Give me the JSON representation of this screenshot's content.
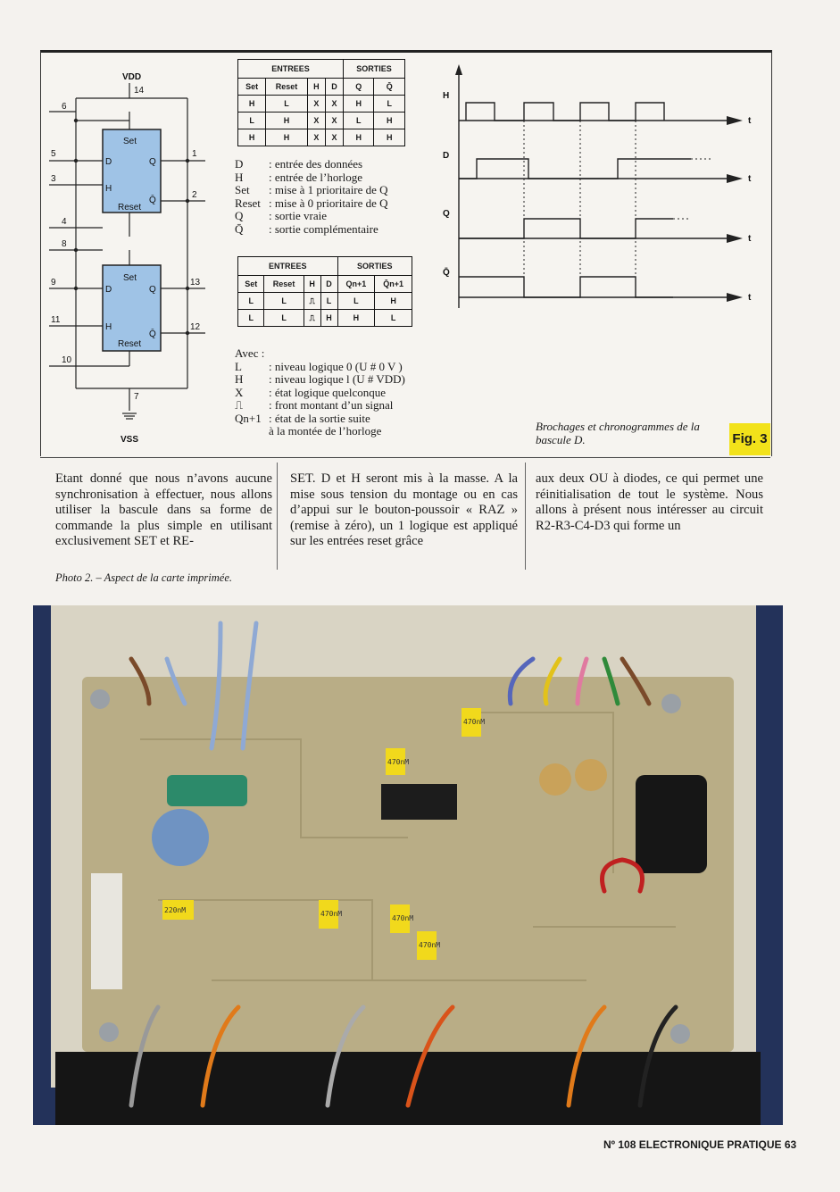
{
  "circuit": {
    "vdd": "VDD",
    "vss": "VSS",
    "set": "Set",
    "reset": "Reset",
    "d": "D",
    "h": "H",
    "q": "Q",
    "qbar": "Q̄",
    "pins_top": [
      "14",
      "6",
      "5",
      "1",
      "3",
      "2",
      "4"
    ],
    "pins_bottom": [
      "8",
      "9",
      "13",
      "11",
      "12",
      "10",
      "7"
    ]
  },
  "table1": {
    "group_in": "ENTREES",
    "group_out": "SORTIES",
    "headers": [
      "Set",
      "Reset",
      "H",
      "D",
      "Q",
      "Q̄"
    ],
    "rows": [
      [
        "H",
        "L",
        "X",
        "X",
        "H",
        "L"
      ],
      [
        "L",
        "H",
        "X",
        "X",
        "L",
        "H"
      ],
      [
        "H",
        "H",
        "X",
        "X",
        "H",
        "H"
      ]
    ]
  },
  "legend1": [
    {
      "k": "D",
      "v": ": entrée des données"
    },
    {
      "k": "H",
      "v": ": entrée de l’horloge"
    },
    {
      "k": "Set",
      "v": ": mise à 1 prioritaire de Q"
    },
    {
      "k": "Reset",
      "v": ": mise à 0 prioritaire de Q"
    },
    {
      "k": "Q",
      "v": ": sortie vraie"
    },
    {
      "k": "Q̄",
      "v": ": sortie complémentaire"
    }
  ],
  "table2": {
    "group_in": "ENTREES",
    "group_out": "SORTIES",
    "headers": [
      "Set",
      "Reset",
      "H",
      "D",
      "Qn+1",
      "Q̄n+1"
    ],
    "rows": [
      [
        "L",
        "L",
        "⎍",
        "L",
        "L",
        "H"
      ],
      [
        "L",
        "L",
        "⎍",
        "H",
        "H",
        "L"
      ]
    ]
  },
  "legend2": {
    "title": "Avec :",
    "items": [
      {
        "k": "L",
        "v": ": niveau logique 0  (U # 0 V )"
      },
      {
        "k": "H",
        "v": ": niveau logique l  (U # VDD)"
      },
      {
        "k": "X",
        "v": ": état logique quelconque"
      },
      {
        "k": "⎍",
        "v": ": front montant d’un signal"
      },
      {
        "k": "Qn+1",
        "v": ": état de la sortie suite"
      },
      {
        "k": "",
        "v": "  à la montée de l’horloge"
      }
    ]
  },
  "timing": {
    "signals": [
      "H",
      "D",
      "Q",
      "Q̄"
    ],
    "axis": "t"
  },
  "caption": "Brochages et chronogrammes de la bascule D.",
  "fig_tag": "Fig. 3",
  "columns": [
    "Etant donné que nous n’avons aucune synchronisation à effectuer, nous allons utiliser la bascule dans sa forme de commande la plus simple en utilisant exclusivement SET et RE-",
    "SET. D et H seront mis à la masse. A la mise sous tension du montage ou en cas d’appui sur le bouton-poussoir « RAZ » (remise à zéro), un 1 logique est appliqué sur les entrées reset grâce",
    "aux deux OU à diodes, ce qui permet une réinitialisation de tout le système. Nous allons à présent nous intéresser au circuit R2-R3-C4-D3 qui forme un"
  ],
  "photo_caption": "Photo 2. – Aspect de la carte imprimée.",
  "photo_labels": [
    "470nM",
    "470nM",
    "470nM",
    "470nM",
    "470nM",
    "220nM"
  ],
  "footer": "Nº 108 ELECTRONIQUE PRATIQUE 63"
}
